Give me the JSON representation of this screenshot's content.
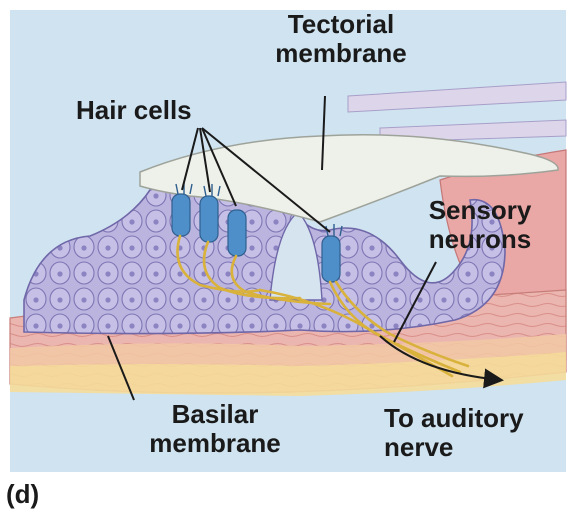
{
  "figure": {
    "panel_letter": "(d)",
    "labels": {
      "tectorial": [
        "Tectorial",
        "membrane"
      ],
      "hair_cells": "Hair cells",
      "sensory": [
        "Sensory",
        "neurons"
      ],
      "basilar": [
        "Basilar",
        "membrane"
      ],
      "nerve": [
        "To auditory",
        "nerve"
      ]
    }
  },
  "colors": {
    "background_panel": "#cfe3f0",
    "organ_of_corti": "#b9b3de",
    "tectorial_membrane": "#eef0ea",
    "basilar_tissue": "#ecb3ae",
    "hair_cell": "#4f8fc9",
    "neuron_fibers": "#d9b23c"
  }
}
